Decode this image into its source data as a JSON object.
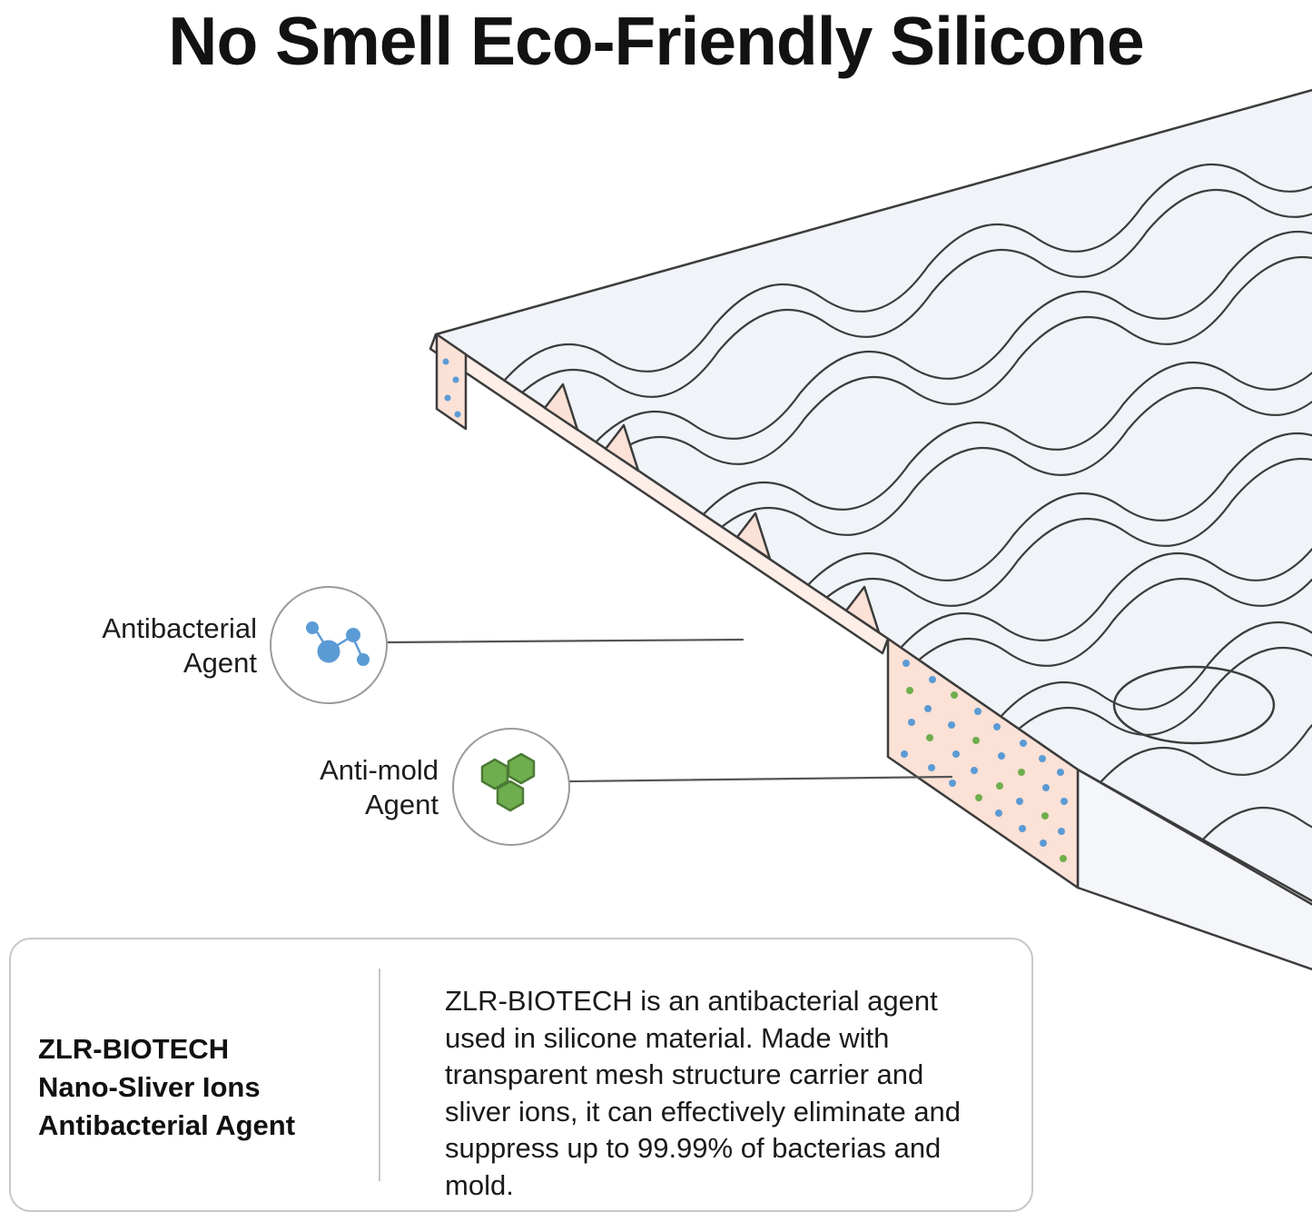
{
  "page": {
    "title": "No Smell Eco-Friendly Silicone"
  },
  "callouts": [
    {
      "label_line1": "Antibacterial",
      "label_line2": "Agent",
      "icon": "molecule-icon"
    },
    {
      "label_line1": "Anti-mold",
      "label_line2": "Agent",
      "icon": "hexagon-cluster-icon"
    }
  ],
  "info_box": {
    "heading_lines": [
      "ZLR-BIOTECH",
      "Nano-Sliver Ions",
      "Antibacterial Agent"
    ],
    "body": "ZLR-BIOTECH is an antibacterial agent used in silicone material. Made with transparent mesh structure carrier and sliver ions, it can effectively eliminate and suppress up to 99.99% of bacterias and mold."
  },
  "illustration": {
    "name": "silicone-mat-cutaway",
    "surface_color": "#f0f3f8",
    "side_color": "#f4f6fa",
    "cross_section_color": "#fbe1d6",
    "edge_band_color": "#fdeee7",
    "antibacterial_dot_color": "#5b9bd5",
    "antimold_dot_color": "#6fae4e",
    "antimold_stroke_color": "#4c7a35",
    "outline_color": "#3c3c3c",
    "connector_color": "#555555",
    "callout_circle_border": "#9a9a9a"
  }
}
